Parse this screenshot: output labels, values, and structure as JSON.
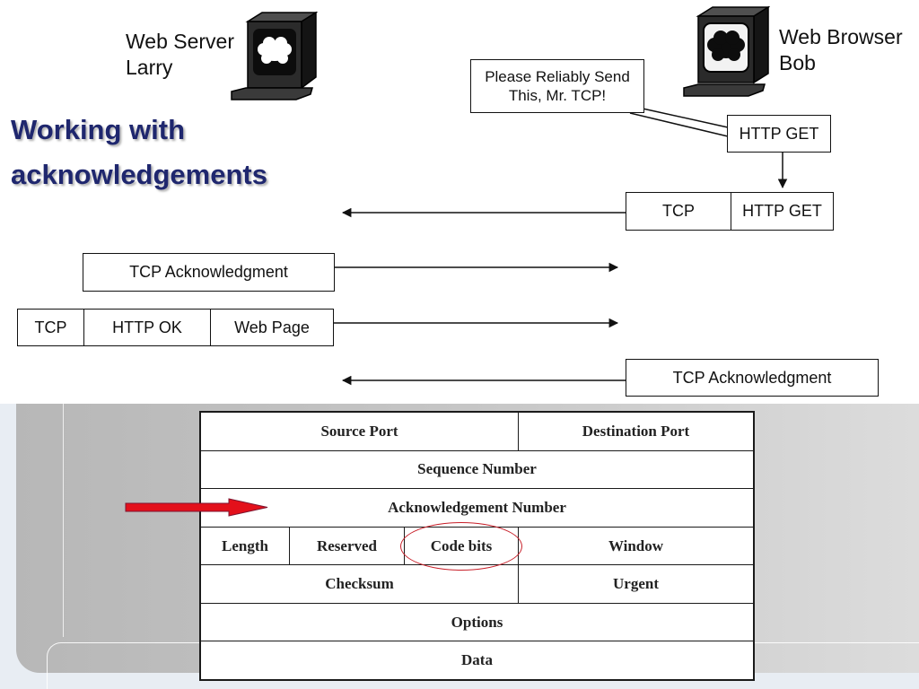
{
  "slide": {
    "title": {
      "line1": "Working with",
      "line2": "acknowledgements"
    }
  },
  "diagram": {
    "server": {
      "label_line1": "Web Server",
      "label_line2": "Larry",
      "icon": "computer-icon"
    },
    "browser": {
      "label_line1": "Web Browser",
      "label_line2": "Bob",
      "icon": "computer-icon"
    },
    "callout": {
      "line1": "Please Reliably Send",
      "line2": "This, Mr. TCP!"
    },
    "http_get_box": "HTTP GET",
    "segment_request": [
      "TCP",
      "HTTP GET"
    ],
    "ack_from_server": "TCP Acknowledgment",
    "segment_response": [
      "TCP",
      "HTTP OK",
      "Web Page"
    ],
    "ack_from_browser": "TCP Acknowledgment"
  },
  "tcp_header": {
    "rows": [
      [
        "Source Port",
        "Destination Port"
      ],
      [
        "Sequence Number"
      ],
      [
        "Acknowledgement Number"
      ],
      [
        "Length",
        "Reserved",
        "Code bits",
        "Window"
      ],
      [
        "Checksum",
        "Urgent"
      ],
      [
        "Options"
      ],
      [
        "Data"
      ]
    ],
    "pointer_icon": "arrow-right-icon"
  },
  "colors": {
    "title": "#1f276e",
    "highlight": "#c8202a",
    "pointer_arrow": "#e3101b",
    "panel": "#c6c6c6"
  }
}
